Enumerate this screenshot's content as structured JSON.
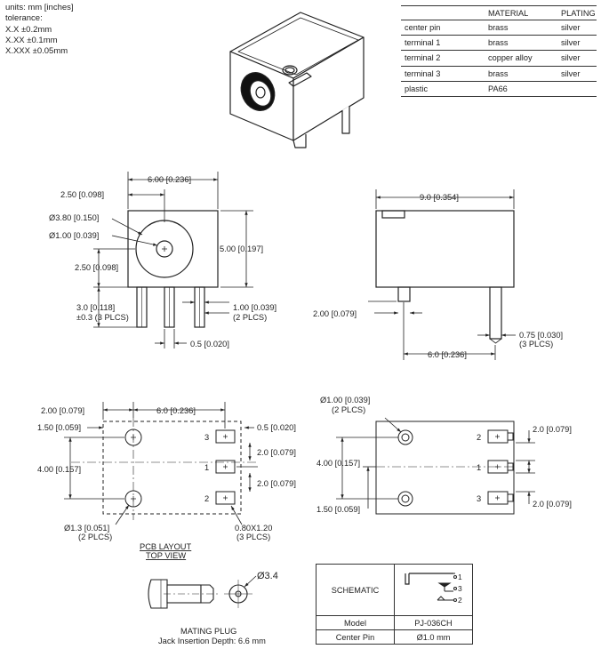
{
  "tolerance": {
    "units": "units: mm [inches]",
    "heading": "tolerance:",
    "lines": [
      "X.X ±0.2mm",
      "X.XX ±0.1mm",
      "X.XXX ±0.05mm"
    ]
  },
  "materials": {
    "headers": [
      "",
      "MATERIAL",
      "PLATING"
    ],
    "rows": [
      [
        "center pin",
        "brass",
        "silver"
      ],
      [
        "terminal 1",
        "brass",
        "silver"
      ],
      [
        "terminal 2",
        "copper alloy",
        "silver"
      ],
      [
        "terminal 3",
        "brass",
        "silver"
      ],
      [
        "plastic",
        "PA66",
        ""
      ]
    ]
  },
  "dims": {
    "front_width": "6.00 [0.236]",
    "front_center_x": "2.50 [0.098]",
    "hole_outer": "Ø3.80 [0.150]",
    "hole_inner": "Ø1.00 [0.039]",
    "front_height": "5.00 [0.197]",
    "front_center_y": "2.50 [0.098]",
    "pin_len": "3.0 [0.118]",
    "pin_len_tol": "±0.3 (3 PLCS)",
    "pin_w": "1.00 [0.039]",
    "pin_w_plcs": "(2 PLCS)",
    "pin_gap": "0.5 [0.020]",
    "side_len": "9.0 [0.354]",
    "side_pin_h": "2.00 [0.079]",
    "side_pin_w": "0.75 [0.030]",
    "side_pin_w_plcs": "(3 PLCS)",
    "side_pitch": "6.0 [0.236]",
    "pcb_left": "2.00 [0.079]",
    "pcb_pitch": "6.0 [0.236]",
    "pcb_hole_y": "1.50 [0.059]",
    "pcb_pad_offset": "0.5 [0.020]",
    "pcb_pad_gap1": "2.0 [0.079]",
    "pcb_pad_gap2": "2.0 [0.079]",
    "pcb_hole_span": "4.00 [0.157]",
    "pcb_hole_dia": "Ø1.3 [0.051]",
    "pcb_hole_plcs": "(2 PLCS)",
    "pcb_slot": "0.80X1.20",
    "pcb_slot_plcs": "(3 PLCS)",
    "pcb_title": "PCB LAYOUT",
    "pcb_subtitle": "TOP VIEW",
    "bot_hole": "Ø1.00 [0.039]",
    "bot_hole_plcs": "(2 PLCS)",
    "bot_span": "4.00 [0.157]",
    "bot_offset": "1.50 [0.059]",
    "bot_gap1": "2.0 [0.079]",
    "bot_gap2": "2.0 [0.079]",
    "plug_dia": "Ø3.4",
    "plug_title": "MATING PLUG",
    "plug_depth": "Jack Insertion Depth: 6.6 mm"
  },
  "terminals": {
    "pcb": [
      "3",
      "1",
      "2"
    ],
    "bottom": [
      "2",
      "1",
      "3"
    ],
    "schematic": [
      "1",
      "3",
      "2"
    ]
  },
  "schematic_table": {
    "title": "SCHEMATIC",
    "model_label": "Model",
    "model_value": "PJ-036CH",
    "pin_label": "Center Pin",
    "pin_value": "Ø1.0 mm"
  }
}
